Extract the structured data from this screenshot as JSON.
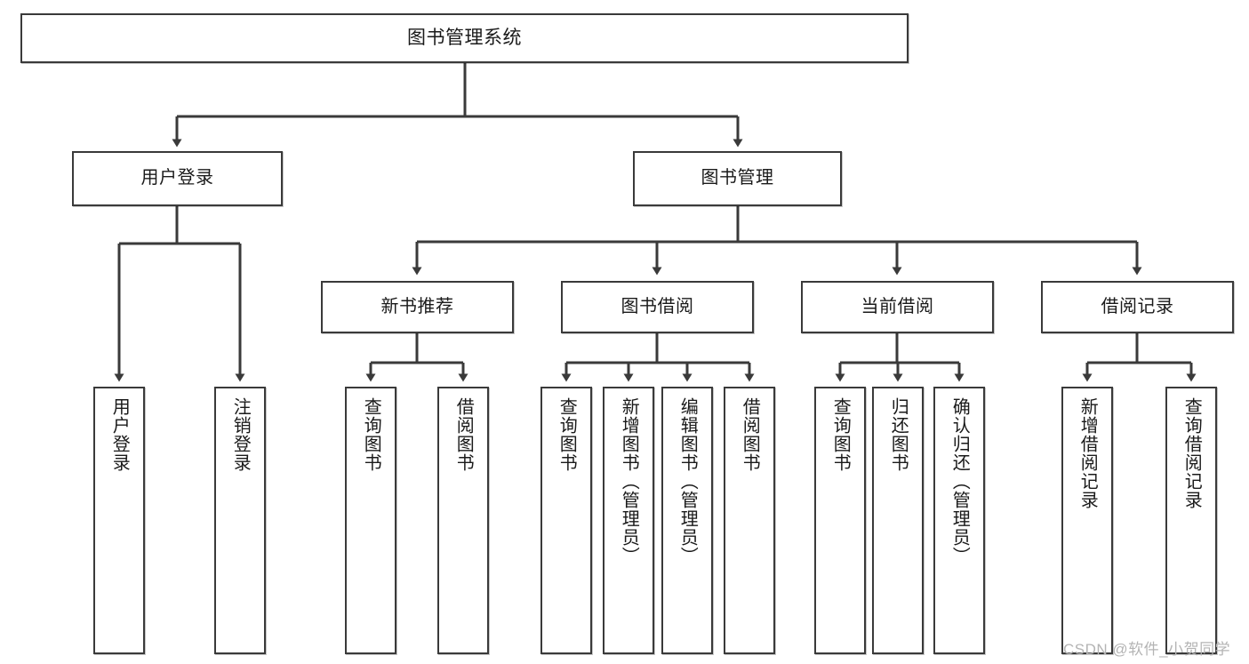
{
  "diagram": {
    "type": "tree",
    "title": "图书管理系统",
    "colors": {
      "box_border": "#3a3a3a",
      "box_fill": "#ffffff",
      "connector": "#3a3a3a",
      "text": "#1a1a1a",
      "watermark": "#b4b4b4",
      "background": "#ffffff"
    },
    "root": {
      "label": "图书管理系统"
    },
    "level2": [
      {
        "id": "user-login",
        "label": "用户登录"
      },
      {
        "id": "book-manage",
        "label": "图书管理"
      }
    ],
    "level3": [
      {
        "id": "new-book-recommend",
        "label": "新书推荐",
        "parent": "book-manage"
      },
      {
        "id": "book-borrow",
        "label": "图书借阅",
        "parent": "book-manage"
      },
      {
        "id": "current-borrow",
        "label": "当前借阅",
        "parent": "book-manage"
      },
      {
        "id": "borrow-record",
        "label": "借阅记录",
        "parent": "book-manage"
      }
    ],
    "leaves": [
      {
        "id": "leaf-user-login",
        "label": "用户登录",
        "parent": "user-login"
      },
      {
        "id": "leaf-logout",
        "label": "注销登录",
        "parent": "user-login"
      },
      {
        "id": "leaf-query-book-1",
        "label": "查询图书",
        "parent": "new-book-recommend"
      },
      {
        "id": "leaf-borrow-book-1",
        "label": "借阅图书",
        "parent": "new-book-recommend"
      },
      {
        "id": "leaf-query-book-2",
        "label": "查询图书",
        "parent": "book-borrow"
      },
      {
        "id": "leaf-add-book",
        "label": "新增图书（管理员）",
        "parent": "book-borrow"
      },
      {
        "id": "leaf-edit-book",
        "label": "编辑图书（管理员）",
        "parent": "book-borrow"
      },
      {
        "id": "leaf-borrow-book-2",
        "label": "借阅图书",
        "parent": "book-borrow"
      },
      {
        "id": "leaf-query-book-3",
        "label": "查询图书",
        "parent": "current-borrow"
      },
      {
        "id": "leaf-return-book",
        "label": "归还图书",
        "parent": "current-borrow"
      },
      {
        "id": "leaf-confirm-return",
        "label": "确认归还（管理员）",
        "parent": "current-borrow"
      },
      {
        "id": "leaf-add-record",
        "label": "新增借阅记录",
        "parent": "borrow-record"
      },
      {
        "id": "leaf-query-record",
        "label": "查询借阅记录",
        "parent": "borrow-record"
      }
    ],
    "watermark": "CSDN @软件_小贺同学"
  }
}
